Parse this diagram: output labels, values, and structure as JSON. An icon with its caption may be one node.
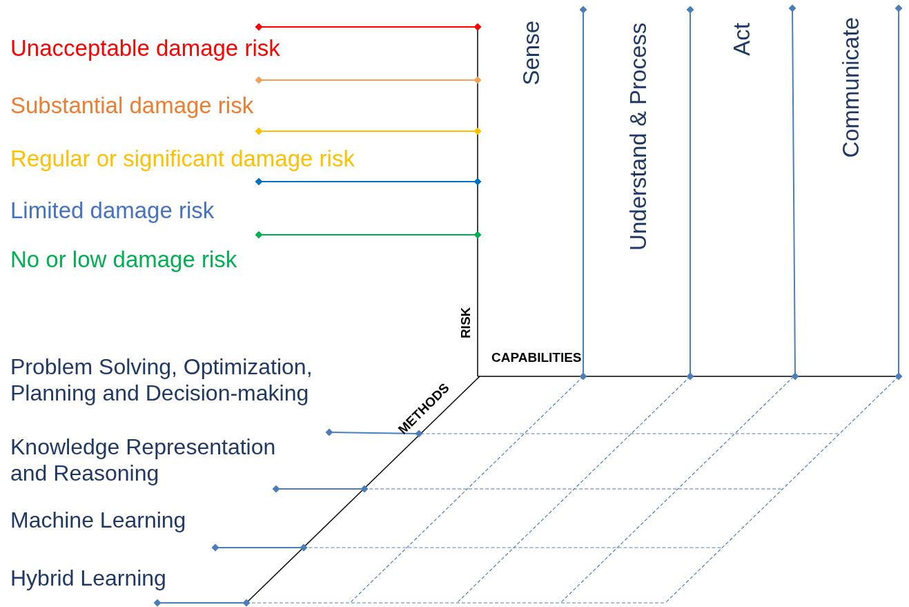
{
  "diagram": {
    "labels": [
      "Unacceptable damage risk",
      "Substantial damage risk",
      "Regular or significant damage risk",
      "Limited damage risk",
      "No or low damage risk",
      "Sense",
      "Understand & Process",
      "Act",
      "Communicate",
      "RISK",
      "CAPABILITIES",
      "METHODS",
      "Problem Solving, Optimization, Planning and Decision-making",
      "Knowledge Representation and Reasoning",
      "Machine Learning",
      "Hybrid Learning"
    ]
  }
}
